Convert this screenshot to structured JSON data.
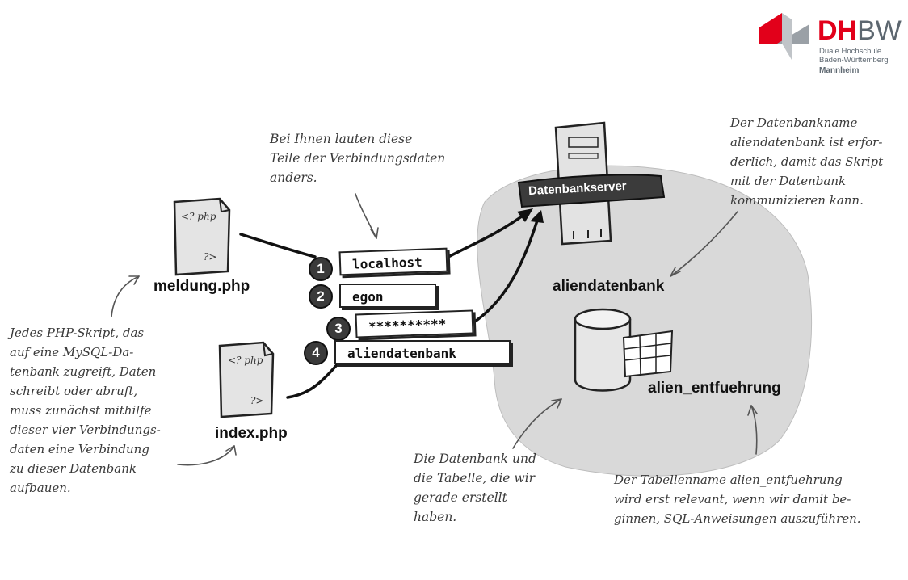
{
  "logo": {
    "dh": "DH",
    "bw": "BW",
    "line1": "Duale Hochschule",
    "line2": "Baden-Württemberg",
    "city": "Mannheim"
  },
  "files": {
    "meldung": "meldung.php",
    "index": "index.php",
    "php_tag_open": "<? php",
    "php_tag_close": "?>"
  },
  "server": {
    "label": "Datenbankserver",
    "database": "aliendatenbank",
    "table": "alien_entfuehrung"
  },
  "fields": [
    {
      "num": "1",
      "value": "localhost"
    },
    {
      "num": "2",
      "value": "egon"
    },
    {
      "num": "3",
      "value": "**********"
    },
    {
      "num": "4",
      "value": "aliendatenbank"
    }
  ],
  "notes": {
    "top": "Bei Ihnen lauten diese\nTeile der Verbindungsdaten\nanders.",
    "dbname": "Der Datenbankname\naliendatenbank ist erfor-\nderlich, damit das Skript\nmit der Datenbank\nkommunizieren kann.",
    "php": "Jedes PHP-Skript, das\nauf eine MySQL-Da-\ntenbank zugreift, Daten\nschreibt oder abruft,\nmuss zunächst mithilfe\ndieser vier Verbindungs-\ndaten eine Verbindung\nzu dieser Datenbank\naufbauen.",
    "dbtable": "Die Datenbank und\ndie Tabelle, die wir\ngerade erstellt\nhaben.",
    "tablename": "Der Tabellenname alien_entfuehrung\nwird erst relevant, wenn wir damit be-\nginnen, SQL-Anweisungen auszuführen."
  },
  "colors": {
    "logo_red": "#e2001a",
    "logo_gray": "#5d6770",
    "blob_gray": "#d9d9d9"
  }
}
